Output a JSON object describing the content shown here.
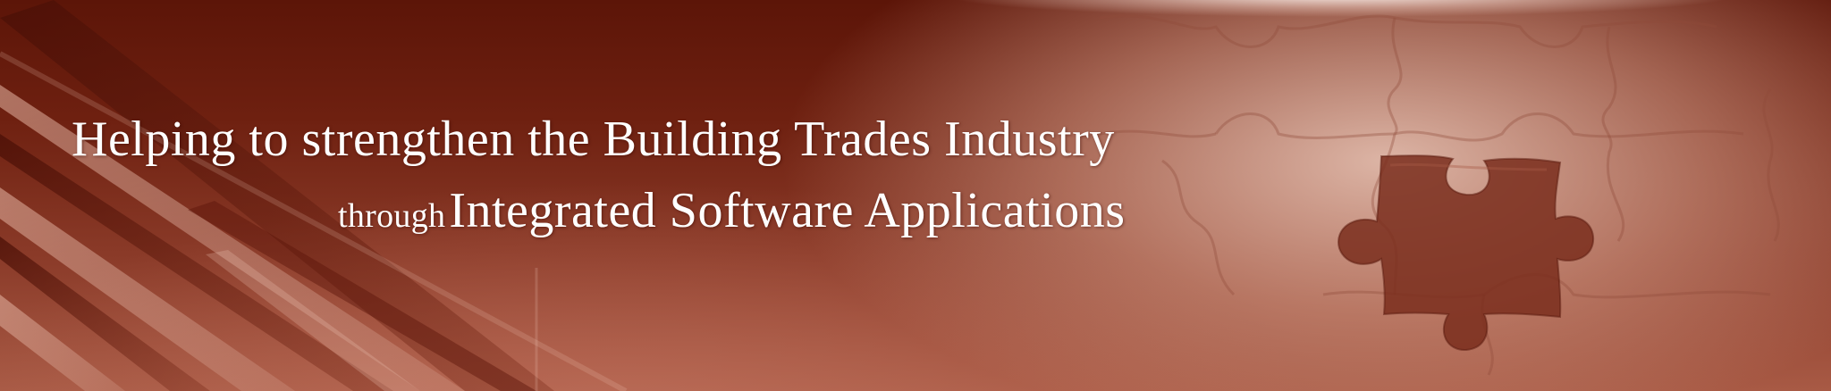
{
  "banner": {
    "headline": "Helping to strengthen the Building Trades Industry",
    "subline_prefix": "through",
    "subline_main": "Integrated Software Applications"
  },
  "colors": {
    "background_dark": "#5c1508",
    "background_light": "#c99080",
    "text": "#ffffff"
  }
}
